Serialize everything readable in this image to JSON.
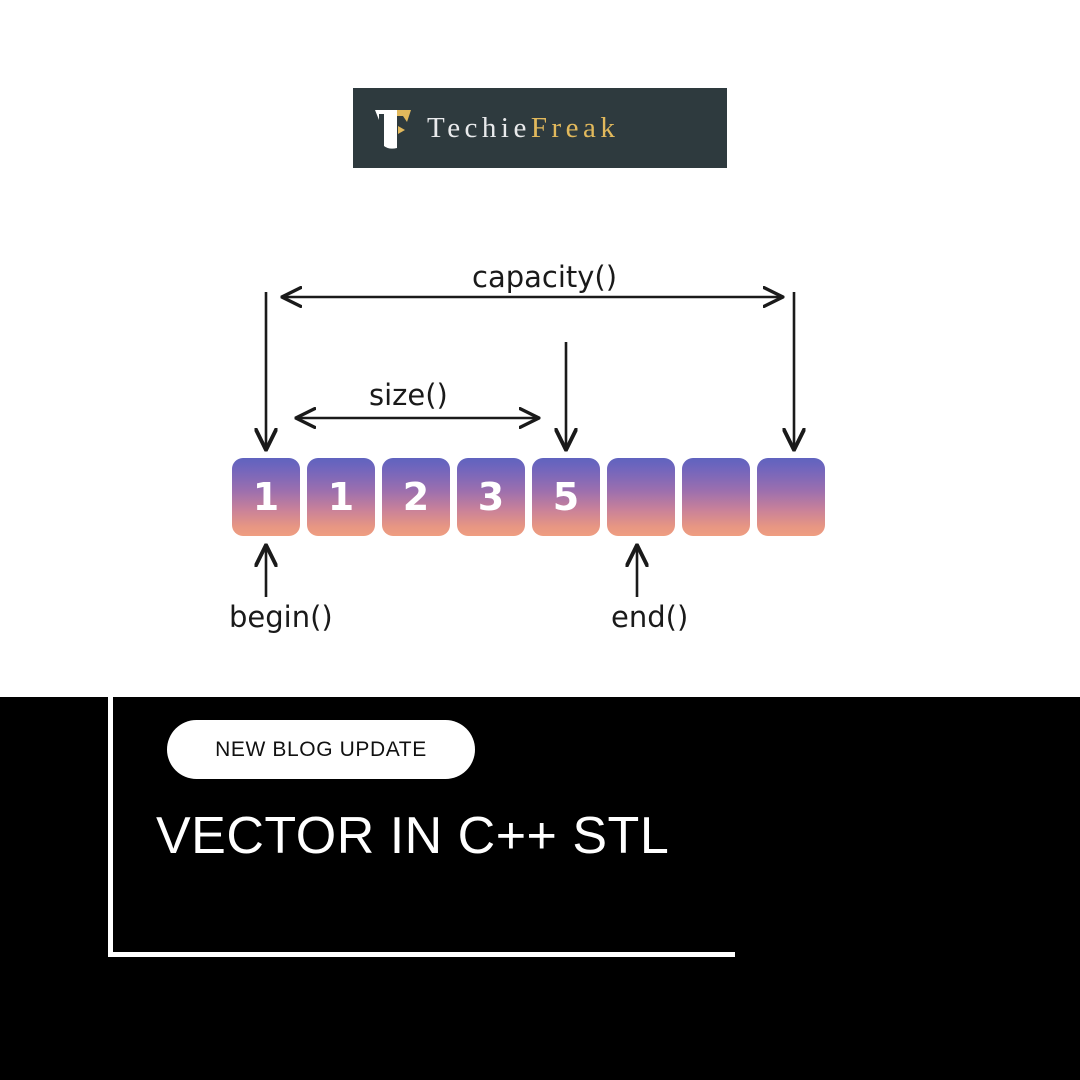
{
  "logo": {
    "mark_icon": "stylized-t-monogram",
    "text_part1": "Techie",
    "text_part2": "Freak",
    "banner_color": "#2e3a3e",
    "gold_color": "#e2b95c"
  },
  "diagram": {
    "type": "vector-memory-layout",
    "labels": {
      "capacity": "capacity()",
      "size": "size()",
      "begin": "begin()",
      "end": "end()"
    },
    "cells": [
      {
        "value": "1",
        "filled": true
      },
      {
        "value": "1",
        "filled": true
      },
      {
        "value": "2",
        "filled": true
      },
      {
        "value": "3",
        "filled": true
      },
      {
        "value": "5",
        "filled": true
      },
      {
        "value": "",
        "filled": false
      },
      {
        "value": "",
        "filled": false
      },
      {
        "value": "",
        "filled": false
      }
    ],
    "capacity_count": 8,
    "size_count": 5,
    "cell_gradient_top": "#5f63bf",
    "cell_gradient_bottom": "#ef9e81"
  },
  "banner": {
    "badge_label": "NEW BLOG UPDATE",
    "title": "VECTOR IN C++ STL",
    "background_color": "#000000",
    "frame_color": "#ffffff"
  }
}
